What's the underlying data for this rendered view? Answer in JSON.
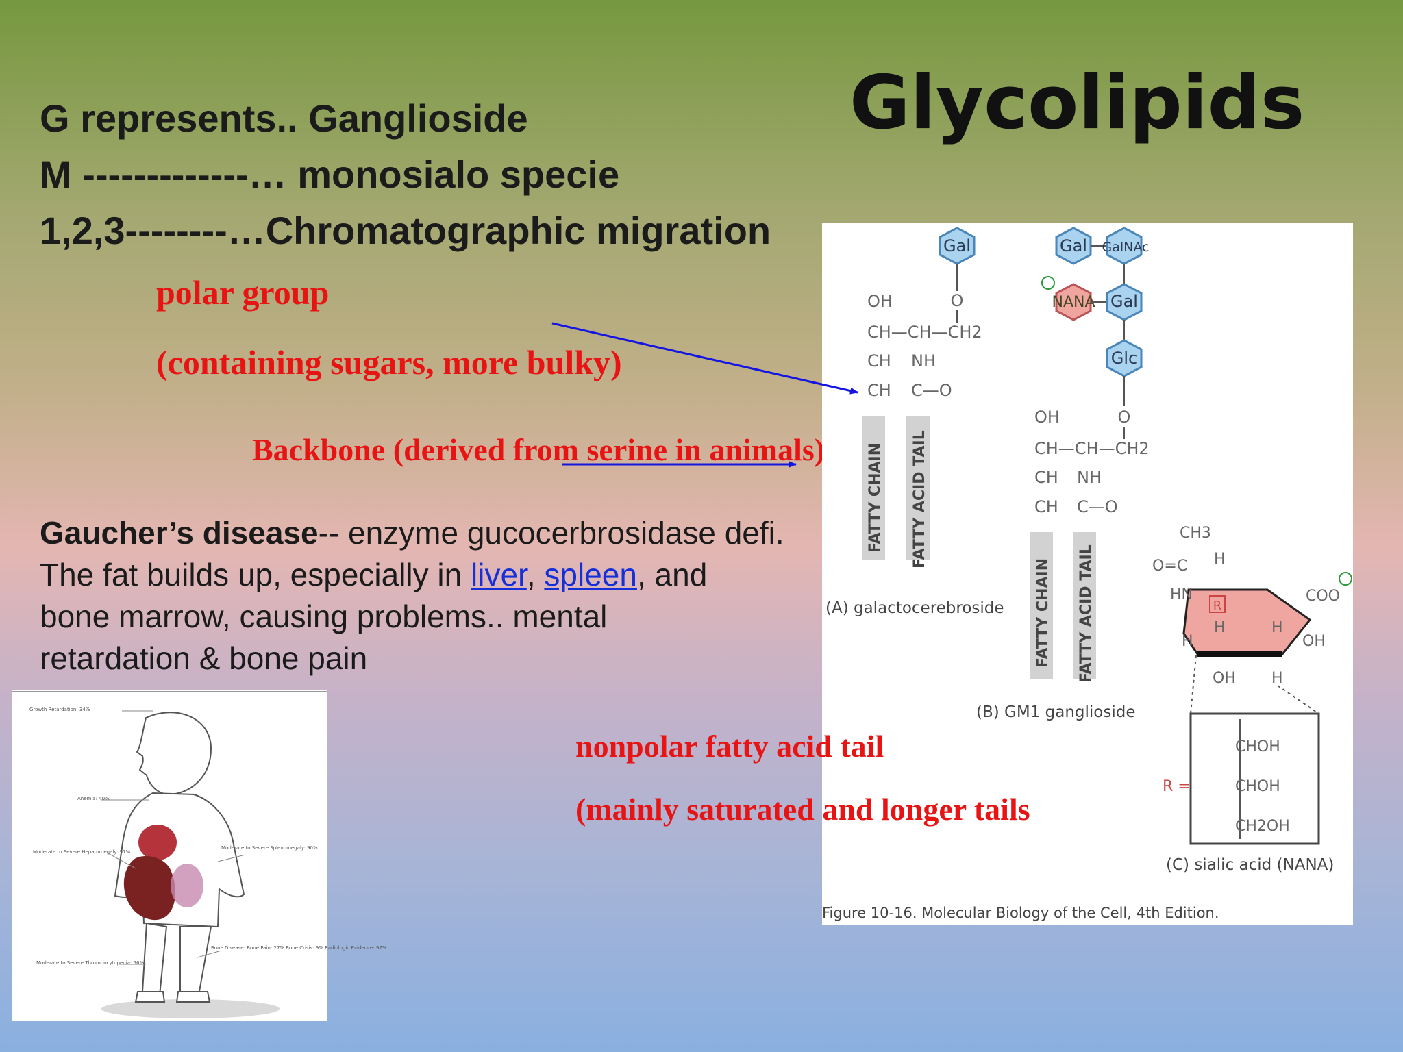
{
  "slide": {
    "title": "Glycolipids",
    "lines": [
      "G represents.. Ganglioside",
      "M -------------… monosialo specie",
      "1,2,3--------…Chromatographic migration"
    ],
    "polar_group": "polar group",
    "polar_group_note": "(containing sugars, more bulky)",
    "backbone": "Backbone (derived from serine in animals)",
    "nonpolar_tail": "nonpolar fatty acid tail",
    "nonpolar_tail_note": "(mainly saturated and longer tails",
    "gaucher": {
      "line1_bold": "Gaucher’s disease",
      "line1_rest": "-- enzyme gucocerbrosidase defi.",
      "line2_a": "The fat builds up, especially in ",
      "liver": "liver",
      "comma": ", ",
      "spleen": "spleen",
      "line2_b": ", and",
      "line3": "bone marrow, causing problems.. mental",
      "line4": "retardation & bone pain"
    }
  },
  "figure": {
    "gal": "Gal",
    "galnac": "GalNAc",
    "nana": "NANA",
    "glc": "Glc",
    "oh": "OH",
    "o": "O",
    "nh": "NH",
    "ch": "CH",
    "ch_ch_ch2": "CH—CH—CH2",
    "c_o": "C—O",
    "fatty_chain": "FATTY CHAIN",
    "fatty_acid_tail": "FATTY ACID TAIL",
    "label_a": "(A) galactocerebroside",
    "label_b": "(B) GM1 ganglioside",
    "label_c": "(C) sialic acid (NANA)",
    "ch3": "CH3",
    "oc": "O=C",
    "hn": "HN",
    "coo": "COO",
    "h": "H",
    "r_label": "R",
    "r_eq": "R =",
    "choh": "CHOH",
    "ch2oh": "CH2OH",
    "caption": "Figure 10-16. Molecular Biology of the Cell, 4th Edition."
  },
  "child_figure": {
    "label1": "Growth Retardation: 34%",
    "label2": "Anemia: 40%",
    "label3": "Moderate to Severe Hepatomegaly: 91%",
    "label4": "Moderate to Severe Splenomegaly: 90%",
    "label5": "Bone Disease: Bone Pain: 27% Bone Crisis: 9% Radiologic Evidence: 97%",
    "label6": "Moderate to Severe Thrombocytopenia: 56%"
  }
}
